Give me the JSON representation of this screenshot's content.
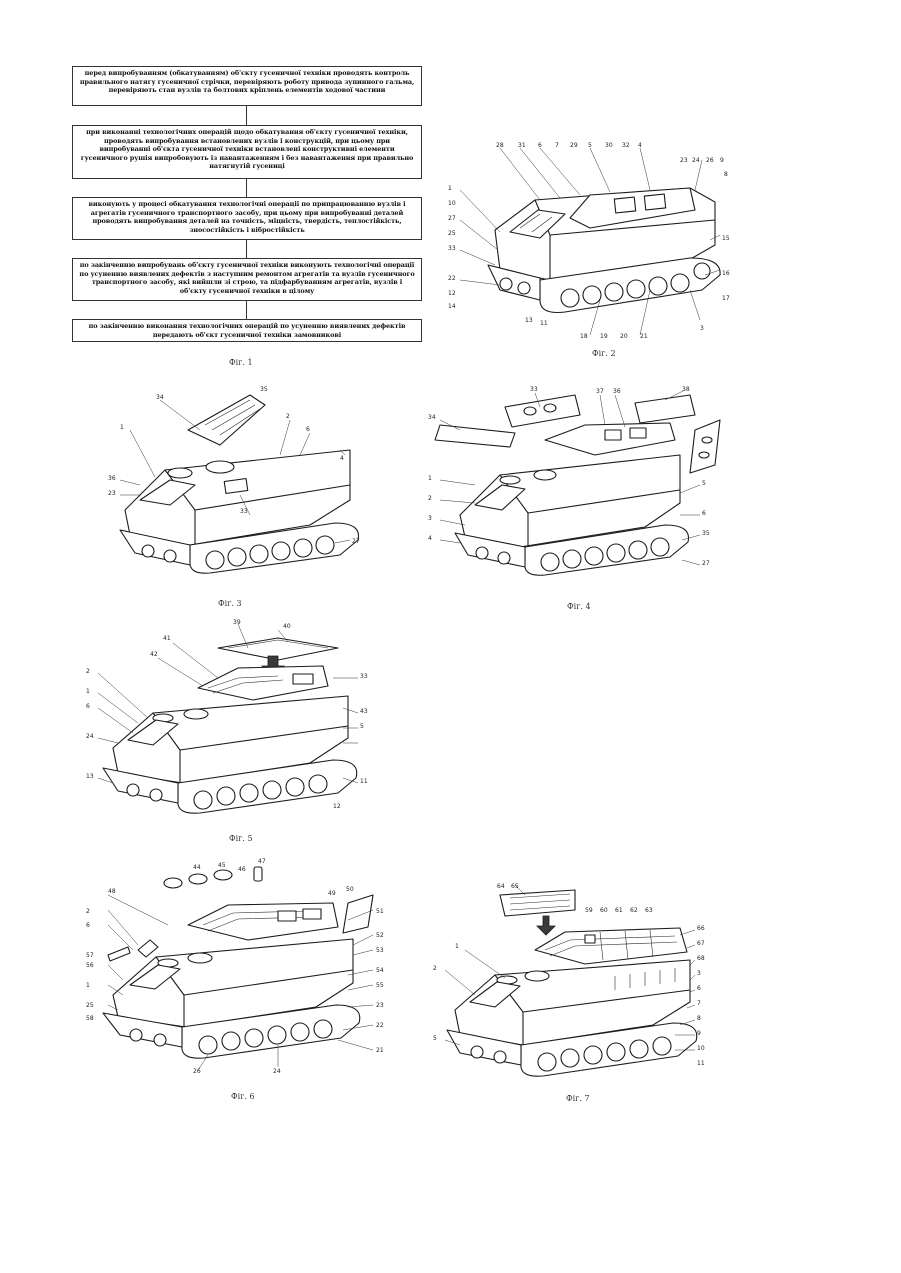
{
  "flowchart": {
    "steps": [
      "перед випробуванням (обкатуванням) об'єкту гусеничної техніки проводять контроль правильного натягу гусеничної стрічки, перевіряють роботу привода зупинного гальма, перевіряють стан вузлів та болтових кріплень елементів ходової частини",
      "при виконанні технологічних операцій щодо обкатування об'єкту гусеничної техніки, проводять випробування встановлених вузлів і конструкцій, при цьому при випробуванні об'єкта гусеничної техніки встановлені конструктивні елементи гусеничного рушія випробовують із навантаженням і без навантаження при правильно натягнутій гусениці",
      "виконують у процесі обкатування технологічні операції по припрацюванню вузлів і агрегатів гусеничного транспортного засобу, при цьому при випробуванні деталей проводять випробування деталей на точність, міцність, твердість, теплостійкість, зносостійкість і вібростійкість",
      "по закінченню випробувань об'єкту гусеничної техніки виконують технологічні операції по усуненню виявлених дефектів з наступним ремонтом агрегатів та вузлів гусеничного транспортного засобу, які вийшли зі строю, та підфарбуванням агрегатів, вузлів і об'єкту гусеничної техніки в цілому",
      "по закінченню виконання технологічних операцій по усуненню виявлених дефектів передають об'єкт гусеничної техніки замовникові"
    ]
  },
  "figures": {
    "fig1": {
      "caption": "Фіг. 1"
    },
    "fig2": {
      "caption": "Фіг. 2",
      "callouts": [
        "28",
        "31",
        "6",
        "7",
        "29",
        "5",
        "30",
        "32",
        "4",
        "23",
        "24",
        "26",
        "9",
        "8",
        "1",
        "10",
        "27",
        "25",
        "33",
        "22",
        "12",
        "14",
        "13",
        "11",
        "15",
        "16",
        "17",
        "18",
        "19",
        "20",
        "21",
        "3"
      ]
    },
    "fig3": {
      "caption": "Фіг. 3",
      "callouts": [
        "34",
        "35",
        "1",
        "2",
        "4",
        "6",
        "36",
        "23",
        "33",
        "27"
      ]
    },
    "fig4": {
      "caption": "Фіг. 4",
      "callouts": [
        "33",
        "37",
        "36",
        "38",
        "34",
        "1",
        "2",
        "3",
        "4",
        "5",
        "6",
        "35",
        "27"
      ]
    },
    "fig5": {
      "caption": "Фіг. 5",
      "callouts": [
        "39",
        "40",
        "41",
        "42",
        "2",
        "1",
        "6",
        "24",
        "5",
        "11",
        "12",
        "13",
        "33",
        "43"
      ]
    },
    "fig6": {
      "caption": "Фіг. 6",
      "callouts": [
        "47",
        "46",
        "45",
        "44",
        "48",
        "49",
        "50",
        "51",
        "52",
        "53",
        "54",
        "55",
        "56",
        "57",
        "2",
        "6",
        "1",
        "25",
        "26",
        "24",
        "23",
        "22",
        "21",
        "58"
      ]
    },
    "fig7": {
      "caption": "Фіг. 7",
      "callouts": [
        "64",
        "65",
        "59",
        "60",
        "61",
        "62",
        "63",
        "66",
        "67",
        "68",
        "1",
        "2",
        "3",
        "5",
        "6",
        "7",
        "8",
        "9",
        "10",
        "11"
      ]
    }
  }
}
